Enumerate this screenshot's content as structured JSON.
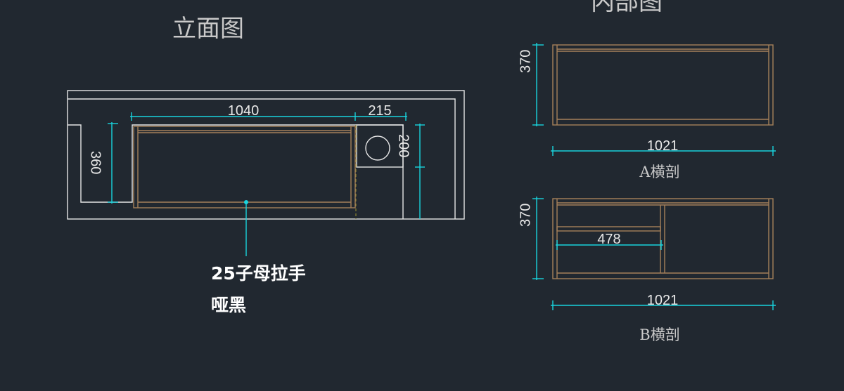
{
  "elevation": {
    "title": "立面图",
    "dims": {
      "width_main": "1040",
      "width_side": "215",
      "height_left": "360",
      "height_right": "200"
    },
    "note_line1": "25子母拉手",
    "note_line2": "哑黑"
  },
  "interior": {
    "title": "内部图",
    "section_a": {
      "label": "A横剖",
      "height": "370",
      "width": "1021"
    },
    "section_b": {
      "label": "B横剖",
      "height": "370",
      "width": "1021",
      "shelf_width": "478"
    }
  },
  "colors": {
    "background": "#212830",
    "outline": "#e6e6e6",
    "wood": "#a5805a",
    "dimension": "#19d3dd"
  }
}
